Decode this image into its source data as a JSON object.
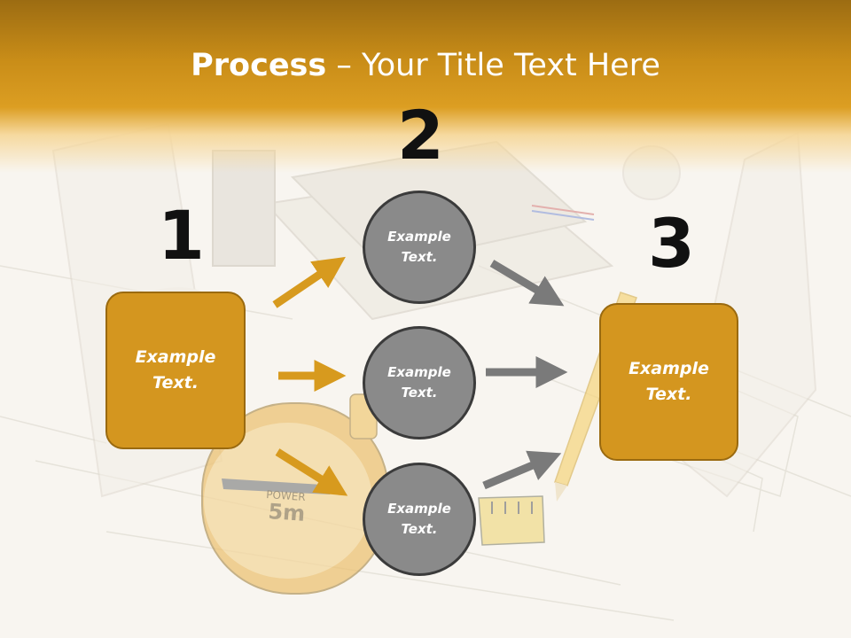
{
  "title": {
    "bold": "Process",
    "rest": " – Your Title Text Here"
  },
  "steps": {
    "one": "1",
    "two": "2",
    "three": "3"
  },
  "boxes": {
    "left": {
      "line1": "Example",
      "line2": "Text."
    },
    "right": {
      "line1": "Example",
      "line2": "Text."
    }
  },
  "circles": [
    {
      "line1": "Example",
      "line2": "Text."
    },
    {
      "line1": "Example",
      "line2": "Text."
    },
    {
      "line1": "Example",
      "line2": "Text."
    }
  ],
  "tape": {
    "brand": "POWER",
    "length": "5m"
  },
  "colors": {
    "accent": "#d4961f",
    "header": "#c98d18",
    "circle": "#8a8a8a",
    "arrow_gold": "#d79a1e",
    "arrow_gray": "#7a7a7a"
  }
}
